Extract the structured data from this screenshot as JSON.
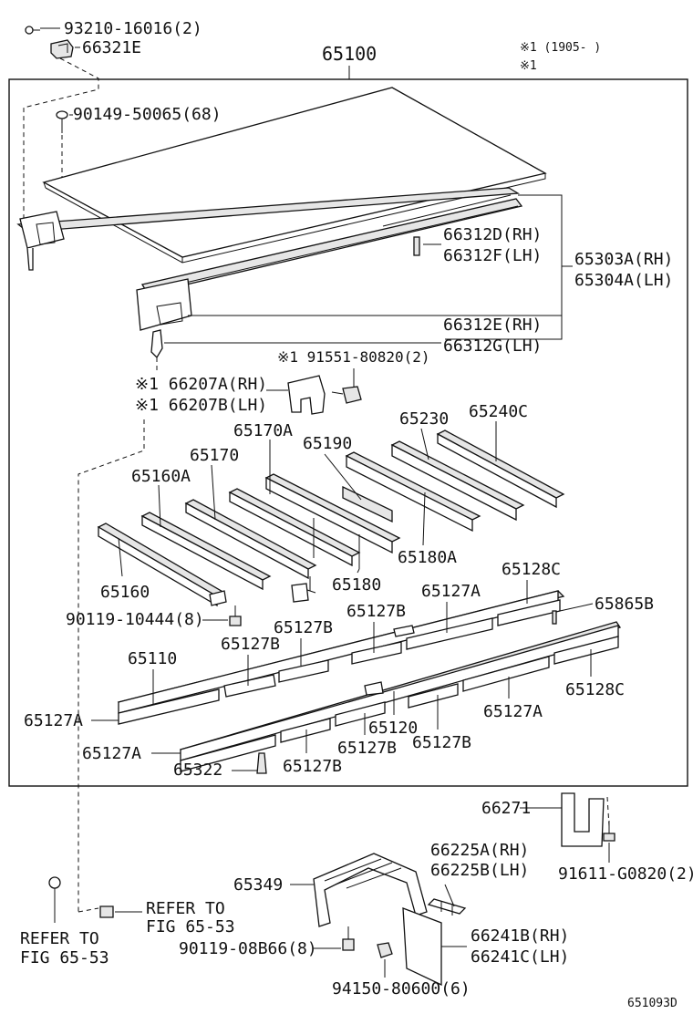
{
  "diagram": {
    "main_part": "65100",
    "note1": "※1 (1905-      )",
    "note2": "※1",
    "figure_code": "651093D"
  },
  "labels": {
    "l_93210": "93210-16016(2)",
    "l_66321e": "66321E",
    "l_90149": "90149-50065(68)",
    "l_66312d": "66312D(RH)",
    "l_66312f": "66312F(LH)",
    "l_65303a": "65303A(RH)",
    "l_65304a": "65304A(LH)",
    "l_66312e": "66312E(RH)",
    "l_66312g": "66312G(LH)",
    "l_91551": "※1 91551-80820(2)",
    "l_66207a": "※1 66207A(RH)",
    "l_66207b": "※1 66207B(LH)",
    "l_65170a": "65170A",
    "l_65190": "65190",
    "l_65230": "65230",
    "l_65240c": "65240C",
    "l_65170": "65170",
    "l_65160a": "65160A",
    "l_65160": "65160",
    "l_65180": "65180",
    "l_65180a": "65180A",
    "l_90119_10444": "90119-10444(8)",
    "l_65128c_top": "65128C",
    "l_65127a_top": "65127A",
    "l_65865b": "65865B",
    "l_65127b_1": "65127B",
    "l_65127b_2": "65127B",
    "l_65127b_3": "65127B",
    "l_65110": "65110",
    "l_65128c_right": "65128C",
    "l_65127a_left": "65127A",
    "l_65127a_right": "65127A",
    "l_65120": "65120",
    "l_65127b_4": "65127B",
    "l_65127b_5": "65127B",
    "l_65127a_bot": "65127A",
    "l_65322": "65322",
    "l_65127b_6": "65127B",
    "l_66271": "66271",
    "l_66225a": "66225A(RH)",
    "l_66225b": "66225B(LH)",
    "l_91611": "91611-G0820(2)",
    "l_65349": "65349",
    "l_refer1a": "REFER TO",
    "l_refer1b": "FIG 65-53",
    "l_refer2a": "REFER TO",
    "l_refer2b": "FIG 65-53",
    "l_90119_08b66": "90119-08B66(8)",
    "l_66241b": "66241B(RH)",
    "l_66241c": "66241C(LH)",
    "l_94150": "94150-80600(6)"
  }
}
